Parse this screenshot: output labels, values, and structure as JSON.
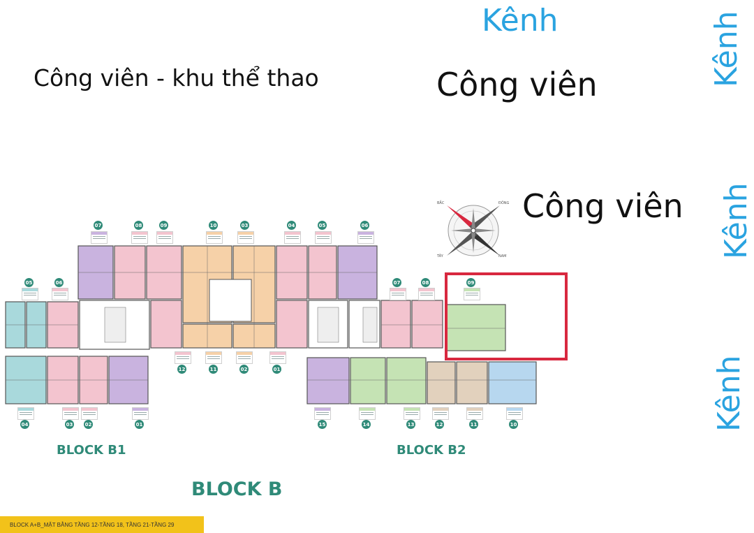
{
  "labels": {
    "park_sports": "Công viên - khu thể thao",
    "park_top": "Công viên",
    "park_right": "Công viên",
    "canal_top": "Kênh",
    "canal_right_1": "Kênh",
    "canal_right_2": "Kênh",
    "canal_right_3": "Kênh"
  },
  "compass": {
    "north": "BẮC",
    "east": "ĐÔNG",
    "west": "TÂY",
    "south": "NAM"
  },
  "blocks": {
    "b1": "BLOCK B1",
    "b2": "BLOCK B2",
    "b": "BLOCK B"
  },
  "footer": "BLOCK A+B_MẶT BẰNG TẦNG 12-TẦNG 18, TẦNG 21-TẦNG 29",
  "unit_numbers": {
    "b1_top": [
      "07",
      "08",
      "09",
      "10",
      "03",
      "04",
      "05",
      "06"
    ],
    "b1_left": [
      "05",
      "06"
    ],
    "b1_mid": [
      "12",
      "11",
      "02",
      "01"
    ],
    "b1_bottom": [
      "04",
      "03",
      "02",
      "01"
    ],
    "b2_top": [
      "07",
      "08",
      "09"
    ],
    "b2_bottom": [
      "15",
      "14",
      "13",
      "12",
      "11",
      "10"
    ]
  },
  "colors": {
    "purple": "#c9b3df",
    "pink": "#f3c4cf",
    "orange": "#f6d1a8",
    "teal": "#a9d9dc",
    "green": "#c5e3b4",
    "tan": "#e2d1bd",
    "blue": "#b7d7ef",
    "highlight": "#d8283f",
    "brand": "#2f8a78",
    "canal": "#2aa3e0"
  }
}
